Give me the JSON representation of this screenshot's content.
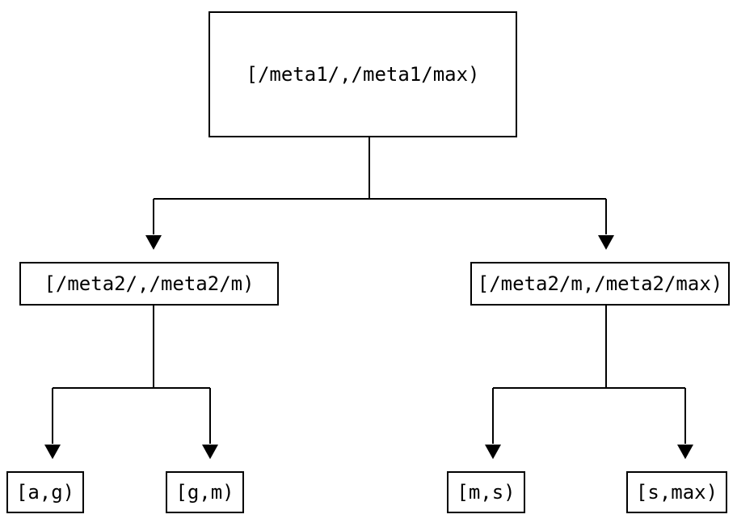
{
  "diagram": {
    "type": "tree",
    "colors": {
      "background": "#ffffff",
      "box_border": "#000000",
      "text": "#000000",
      "edge": "#000000",
      "arrowhead": "#000000"
    }
  },
  "tree": {
    "root": {
      "label": "[/meta1/,/meta1/max)",
      "children": [
        {
          "label": "[/meta2/,/meta2/m)",
          "children": [
            {
              "label": "[a,g)"
            },
            {
              "label": "[g,m)"
            }
          ]
        },
        {
          "label": "[/meta2/m,/meta2/max)",
          "children": [
            {
              "label": "[m,s)"
            },
            {
              "label": "[s,max)"
            }
          ]
        }
      ]
    }
  }
}
